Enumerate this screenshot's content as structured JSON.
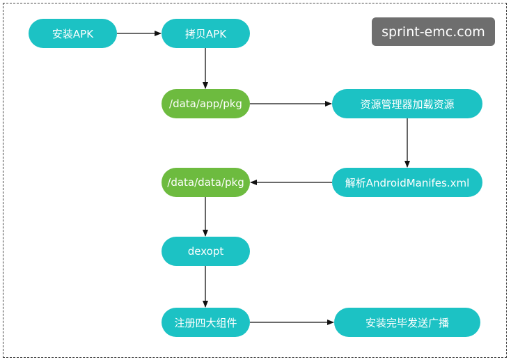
{
  "nodes": {
    "install_apk": "安装APK",
    "copy_apk": "拷贝APK",
    "data_app_pkg": "/data/app/pkg",
    "resource_manager": "资源管理器加载资源",
    "parse_manifest": "解析AndroidManifes.xml",
    "data_data_pkg": "/data/data/pkg",
    "dexopt": "dexopt",
    "register_components": "注册四大组件",
    "install_broadcast": "安装完毕发送广播"
  },
  "watermark": "sprint-emc.com",
  "colors": {
    "teal_node": "#1cc2c4",
    "green_node": "#6dbb3f",
    "arrow": "#111111"
  }
}
